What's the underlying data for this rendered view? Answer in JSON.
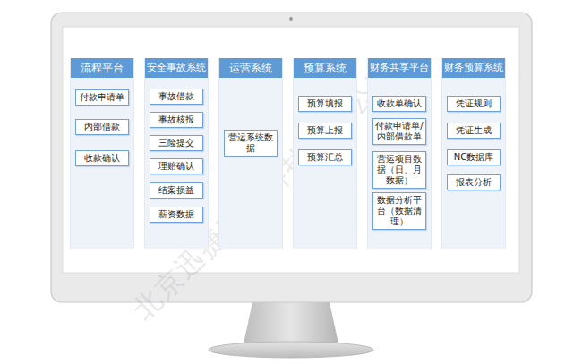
{
  "diagram": {
    "nodes": [
      {
        "text": [
          "流程平台"
        ]
      },
      {
        "text": [
          "付款申请单"
        ],
        "in": 0
      },
      {
        "text": [
          "内部借款"
        ],
        "in": 0
      },
      {
        "text": [
          "收款确认"
        ],
        "in": 0
      },
      {
        "text": [
          "安全事故系统"
        ]
      },
      {
        "text": [
          "事故借款"
        ],
        "in": 4
      },
      {
        "text": [
          "事故核报"
        ],
        "in": 4
      },
      {
        "text": [
          "三险提交"
        ],
        "in": 4
      },
      {
        "text": [
          "理赔确认"
        ],
        "in": 4
      },
      {
        "text": [
          "结案损益"
        ],
        "in": 4
      },
      {
        "text": [
          "薪资数据"
        ],
        "in": 4
      },
      {
        "text": [
          "运营系统"
        ]
      },
      {
        "text": [
          "营运系统数据"
        ],
        "in": 11
      },
      {
        "text": [
          "预算系统"
        ]
      },
      {
        "text": [
          "预算填报"
        ],
        "in": 13
      },
      {
        "text": [
          "预算上报"
        ],
        "in": 13
      },
      {
        "text": [
          "预算汇总"
        ],
        "in": 13
      },
      {
        "text": [
          "财务共享平台"
        ]
      },
      {
        "text": [
          "收款单确认"
        ],
        "in": 17
      },
      {
        "text": [
          "付款申请单/内部借款单"
        ],
        "in": 17
      },
      {
        "text": [
          "营运项目数据（日、月数据）"
        ],
        "in": 17
      },
      {
        "text": [
          "数据分析平台（数据清理）"
        ],
        "in": 17
      },
      {
        "text": [
          "财务预算系统"
        ]
      },
      {
        "text": [
          "凭证规则"
        ],
        "in": 22
      },
      {
        "text": [
          "凭证生成"
        ],
        "in": 22
      },
      {
        "text": [
          "NC数据库"
        ],
        "in": 22
      },
      {
        "text": [
          "报表分析"
        ],
        "in": 22
      }
    ],
    "labels": [
      "北京迅捷互联科技有限公司"
    ]
  }
}
